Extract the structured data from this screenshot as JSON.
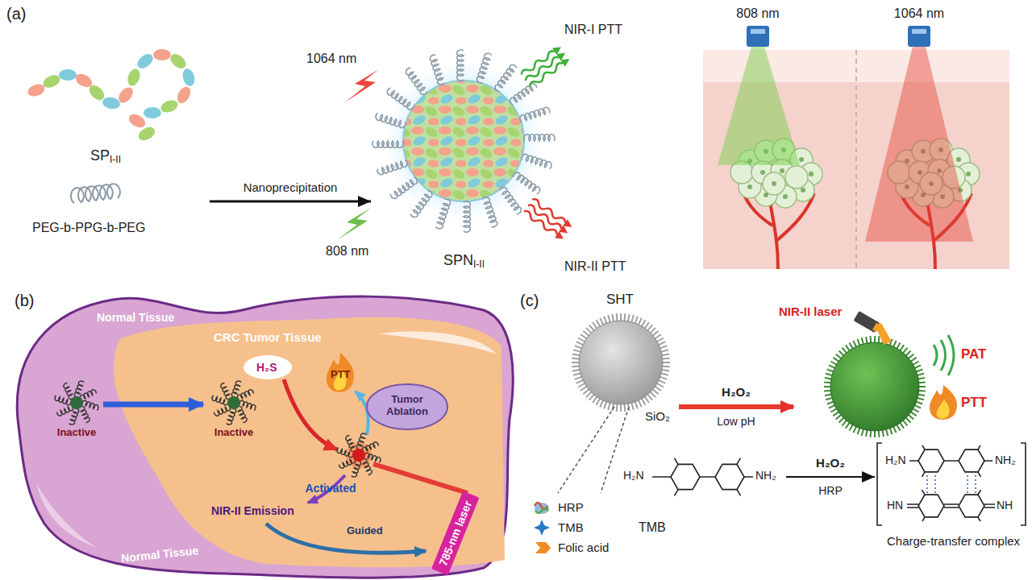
{
  "diagram": {
    "nodes": [
      {
        "text": [
          "SP",
          "I-II"
        ]
      },
      {
        "text": [
          "SPN",
          "I-II"
        ]
      },
      {
        "text": [
          "785-nm laser"
        ]
      },
      {
        "text": [
          "SHT"
        ]
      },
      {
        "text": [
          "H₂N",
          "NH₂",
          "TMB"
        ]
      },
      {
        "text": [
          "H₂N",
          "NH₂",
          "HN",
          "NH",
          "Charge-transfer complex"
        ]
      }
    ],
    "edges": [
      {
        "from": 0,
        "to": 1,
        "arrow": "to",
        "label": "Nanoprecipitation"
      },
      {
        "from": 4,
        "to": 5,
        "arrow": "to",
        "label": "H₂O₂"
      }
    ],
    "labels": [
      "(a)",
      "1064 nm",
      "808 nm",
      "NIR-I PTT",
      "NIR-II PTT",
      "808 nm",
      "1064 nm",
      "PEG-b-PPG-b-PEG",
      "(b)",
      "Normal Tissue",
      "CRC Tumor Tissue",
      "H₂S",
      "PTT",
      "Tumor Ablation",
      "Inactive",
      "Inactive",
      "Activated",
      "NIR-II Emission",
      "Guided",
      "Normal Tissue",
      "(c)",
      "SiO₂",
      "NIR-II laser",
      "H₂O₂",
      "Low pH",
      "PAT",
      "PTT",
      "HRP"
    ],
    "legend": [
      {
        "text": "HRP"
      },
      {
        "text": "TMB"
      },
      {
        "text": "Folic acid"
      }
    ]
  }
}
